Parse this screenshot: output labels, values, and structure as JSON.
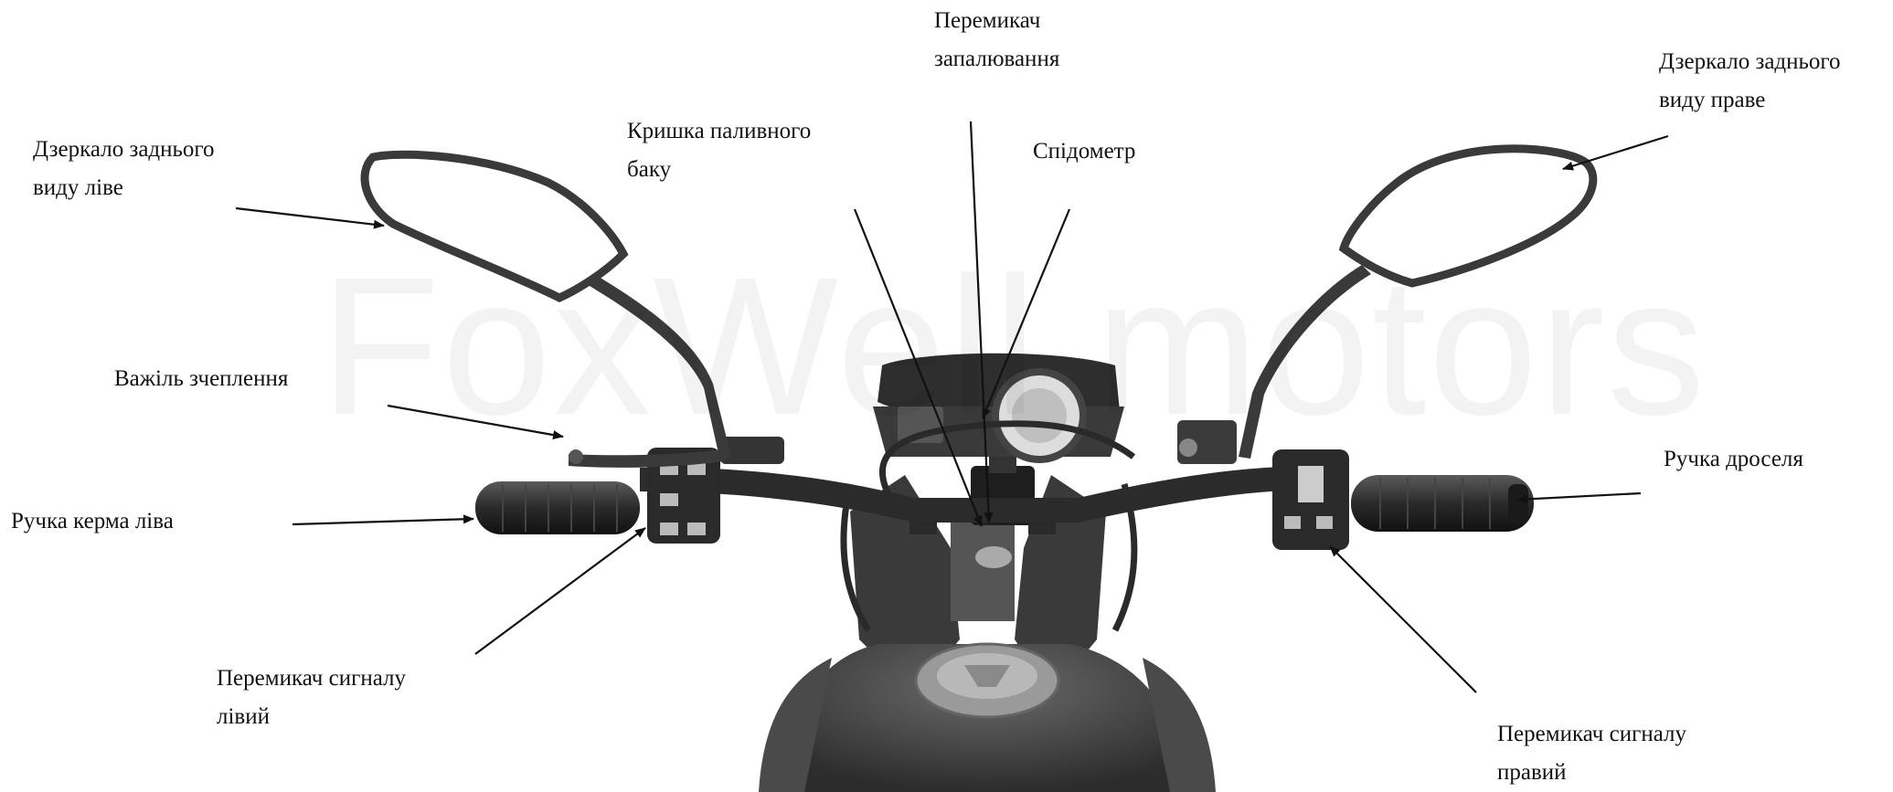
{
  "watermark": "FoxWell motors",
  "labels": {
    "ignition_switch": [
      "Перемикач",
      "запалювання"
    ],
    "mirror_right": [
      "Дзеркало заднього",
      "виду праве"
    ],
    "mirror_left": [
      "Дзеркало заднього",
      "виду ліве"
    ],
    "fuel_cap": [
      "Кришка паливного",
      "баку"
    ],
    "speedometer": [
      "Спідометр"
    ],
    "clutch_lever": [
      "Важіль зчеплення"
    ],
    "throttle_grip": [
      "Ручка дроселя"
    ],
    "left_grip": [
      "Ручка керма ліва"
    ],
    "signal_switch_left": [
      "Перемикач сигналу",
      "лівий"
    ],
    "signal_switch_right": [
      "Перемикач сигналу",
      "правий"
    ]
  },
  "colors": {
    "arrow": "#111111",
    "text": "#111111"
  }
}
